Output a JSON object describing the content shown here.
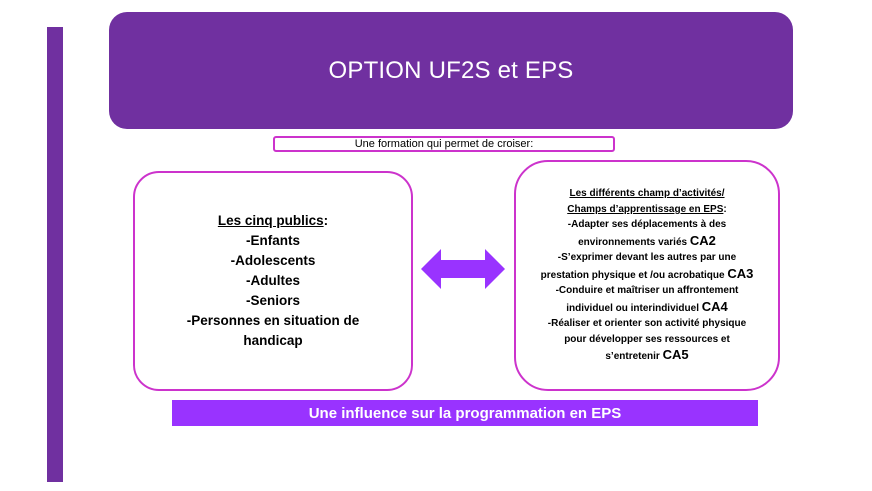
{
  "title": "OPTION UF2S et EPS",
  "subtitle": "Une formation qui permet de croiser:",
  "left_box": {
    "heading": "Les cinq publics",
    "heading_suffix": ":",
    "items": [
      "-Enfants",
      "-Adolescents",
      "-Adultes",
      "-Seniors",
      "-Personnes en situation de",
      "handicap"
    ]
  },
  "right_box": {
    "heading_line1": "Les différents champ d’activités/",
    "heading_line2": "Champs d’apprentissage  en EPS",
    "heading_suffix": ":",
    "lines": [
      {
        "text": "-Adapter ses déplacements à des",
        "code": ""
      },
      {
        "text": "environnements variés ",
        "code": "CA2"
      },
      {
        "text": "-S’exprimer devant les autres par une",
        "code": ""
      },
      {
        "text": "prestation physique et /ou acrobatique ",
        "code": "CA3"
      },
      {
        "text": "-Conduire  et maîtriser  un affrontement",
        "code": ""
      },
      {
        "text": "individuel ou interindividuel ",
        "code": "CA4"
      },
      {
        "text": "-Réaliser et orienter son activité physique",
        "code": ""
      },
      {
        "text": "pour développer ses ressources et",
        "code": ""
      },
      {
        "text": "s’entretenir ",
        "code": "CA5"
      }
    ]
  },
  "footer": "Une influence sur la programmation en EPS",
  "colors": {
    "purple_dark": "#7030a0",
    "magenta_border": "#cc33cc",
    "violet_bar": "#9933ff"
  }
}
